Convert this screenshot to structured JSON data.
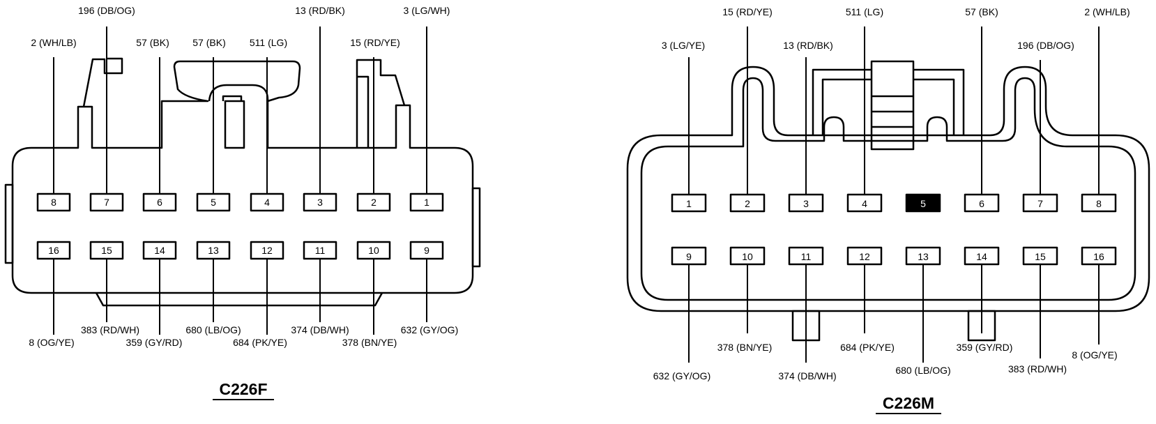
{
  "connectors": [
    {
      "id": "C226F",
      "title": "C226F",
      "top_row": [
        {
          "pin": "8",
          "wire": "2 (WH/LB)"
        },
        {
          "pin": "7",
          "wire": "196 (DB/OG)"
        },
        {
          "pin": "6",
          "wire": "57 (BK)"
        },
        {
          "pin": "5",
          "wire": "57 (BK)"
        },
        {
          "pin": "4",
          "wire": "511 (LG)"
        },
        {
          "pin": "3",
          "wire": "13 (RD/BK)"
        },
        {
          "pin": "2",
          "wire": "15 (RD/YE)"
        },
        {
          "pin": "1",
          "wire": "3 (LG/WH)"
        }
      ],
      "bottom_row": [
        {
          "pin": "16",
          "wire": "8 (OG/YE)"
        },
        {
          "pin": "15",
          "wire": "383 (RD/WH)"
        },
        {
          "pin": "14",
          "wire": "359 (GY/RD)"
        },
        {
          "pin": "13",
          "wire": "680 (LB/OG)"
        },
        {
          "pin": "12",
          "wire": "684 (PK/YE)"
        },
        {
          "pin": "11",
          "wire": "374 (DB/WH)"
        },
        {
          "pin": "10",
          "wire": "378 (BN/YE)"
        },
        {
          "pin": "9",
          "wire": "632 (GY/OG)"
        }
      ]
    },
    {
      "id": "C226M",
      "title": "C226M",
      "top_row": [
        {
          "pin": "1",
          "wire": "3 (LG/YE)"
        },
        {
          "pin": "2",
          "wire": "15 (RD/YE)"
        },
        {
          "pin": "3",
          "wire": "13 (RD/BK)"
        },
        {
          "pin": "4",
          "wire": "511 (LG)"
        },
        {
          "pin": "5",
          "wire": ""
        },
        {
          "pin": "6",
          "wire": "57 (BK)"
        },
        {
          "pin": "7",
          "wire": "196 (DB/OG)"
        },
        {
          "pin": "8",
          "wire": "2 (WH/LB)"
        }
      ],
      "bottom_row": [
        {
          "pin": "9",
          "wire": "632 (GY/OG)"
        },
        {
          "pin": "10",
          "wire": "378 (BN/YE)"
        },
        {
          "pin": "11",
          "wire": "374 (DB/WH)"
        },
        {
          "pin": "12",
          "wire": "684 (PK/YE)"
        },
        {
          "pin": "13",
          "wire": "680 (LB/OG)"
        },
        {
          "pin": "14",
          "wire": "359 (GY/RD)"
        },
        {
          "pin": "15",
          "wire": "383 (RD/WH)"
        },
        {
          "pin": "16",
          "wire": "8 (OG/YE)"
        }
      ]
    }
  ]
}
